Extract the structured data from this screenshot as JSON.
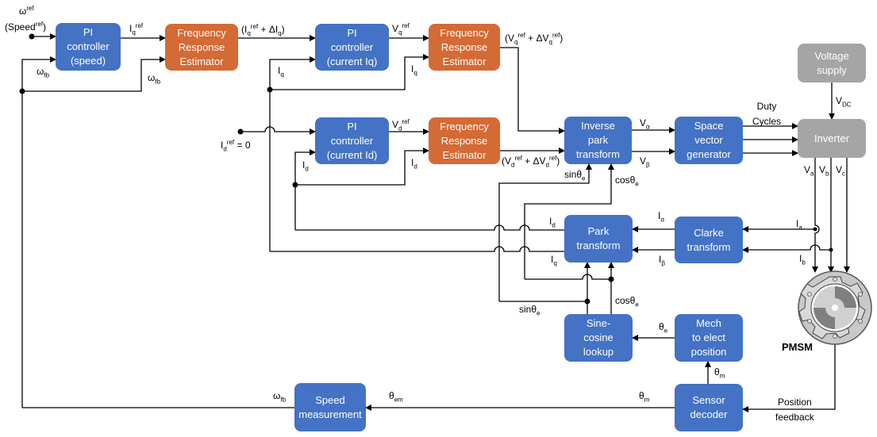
{
  "diagram": {
    "title": "PMSM field-oriented control with frequency response estimation",
    "colors": {
      "controller": "#4472c4",
      "estimator": "#d46a35",
      "hardware": "#a5a5a5",
      "wire": "#000000"
    },
    "blocks": {
      "pi_speed": "PI\ncontroller\n(speed)",
      "fre_iq": "Frequency\nResponse\nEstimator",
      "pi_iq": "PI\ncontroller\n(current Iq)",
      "fre_vq": "Frequency\nResponse\nEstimator",
      "pi_id": "PI\ncontroller\n(current Id)",
      "fre_vd": "Frequency\nResponse\nEstimator",
      "inv_park": "Inverse\npark\ntransform",
      "svg": "Space\nvector\ngenerator",
      "voltage_supply": "Voltage\nsupply",
      "inverter": "Inverter",
      "park": "Park\ntransform",
      "clarke": "Clarke\ntransform",
      "sincos": "Sine-\ncosine\nlookup",
      "mech_elec": "Mech\nto elect\nposition",
      "sensor": "Sensor\ndecoder",
      "speed_meas": "Speed\nmeasurement"
    },
    "motor_label": "PMSM",
    "signals": {
      "omega_ref": {
        "base": "ω",
        "sup": "ref"
      },
      "speed_ref": {
        "pre": "(Speed",
        "sup": "ref",
        "post": ")"
      },
      "iq_ref": {
        "base": "I",
        "sub": "q",
        "sup": "ref"
      },
      "iq_ref_delta": "(I_q^ref + ΔI_q)",
      "omega_fb": {
        "base": "ω",
        "sub": "fb"
      },
      "iq": {
        "base": "I",
        "sub": "q"
      },
      "id": {
        "base": "I",
        "sub": "d"
      },
      "vq_ref": {
        "base": "V",
        "sub": "q",
        "sup": "ref"
      },
      "vq_ref_delta": "(V_q^ref + ΔV_q^ref)",
      "vd_ref": {
        "base": "V",
        "sub": "d",
        "sup": "ref"
      },
      "vd_ref_delta": "(V_d^ref + ΔV_d^ref)",
      "id_ref_zero": {
        "base": "I",
        "sub": "d",
        "sup": "ref",
        "post": " = 0"
      },
      "v_alpha": {
        "base": "V",
        "sub": "α"
      },
      "v_beta": {
        "base": "V",
        "sub": "β"
      },
      "duty_cycles": "Duty\nCycles",
      "vdc": {
        "base": "V",
        "sub": "DC"
      },
      "va": {
        "base": "V",
        "sub": "a"
      },
      "vb": {
        "base": "V",
        "sub": "b"
      },
      "vc": {
        "base": "V",
        "sub": "c"
      },
      "ia": {
        "base": "I",
        "sub": "a"
      },
      "ib": {
        "base": "I",
        "sub": "b"
      },
      "i_alpha": {
        "base": "I",
        "sub": "α"
      },
      "i_beta": {
        "base": "I",
        "sub": "β"
      },
      "sin_theta_e": {
        "base": "sinθ",
        "sub": "e"
      },
      "cos_theta_e": {
        "base": "cosθ",
        "sub": "e"
      },
      "theta_e": {
        "base": "θ",
        "sub": "e"
      },
      "theta_m": {
        "base": "θ",
        "sub": "m"
      },
      "theta_em": {
        "base": "θ",
        "sub": "em"
      },
      "position_feedback": "Position\nfeedback"
    }
  }
}
